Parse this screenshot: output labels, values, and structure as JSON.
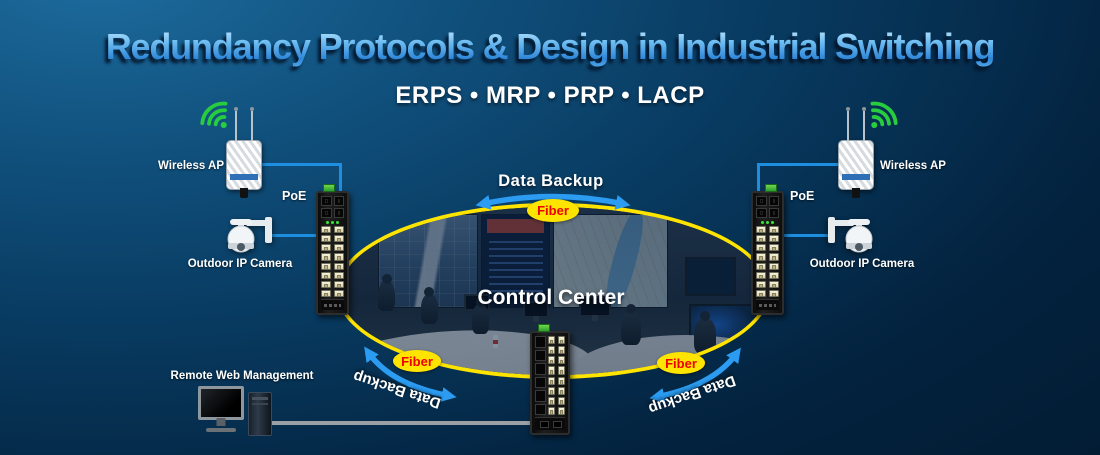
{
  "header": {
    "title": "Redundancy Protocols & Design in Industrial Switching",
    "subtitle": "ERPS • MRP • PRP • LACP"
  },
  "ring": {
    "control_center_label": "Control Center",
    "fiber_top": "Fiber",
    "fiber_bottom_left": "Fiber",
    "fiber_bottom_right": "Fiber",
    "backup_top": "Data Backup",
    "backup_bottom_left": "Data Backup",
    "backup_bottom_right": "Data Backup"
  },
  "left_branch": {
    "wireless_ap_label": "Wireless AP",
    "poe_label": "PoE",
    "camera_label": "Outdoor IP Camera"
  },
  "right_branch": {
    "wireless_ap_label": "Wireless AP",
    "poe_label": "PoE",
    "camera_label": "Outdoor IP Camera"
  },
  "management": {
    "label": "Remote Web Management"
  },
  "icons": {
    "wifi": "wifi-signal-icon",
    "wireless_ap": "wireless-ap-device",
    "ip_camera": "ptz-camera-device",
    "switch": "industrial-poe-switch-device",
    "pc": "management-pc-device"
  },
  "colors": {
    "ring": "#ffe400",
    "fiber_text": "#ee0000",
    "arrow": "#2b9cf2",
    "link_line": "#1e8fe0",
    "mgmt_line": "#9aa0a4",
    "wifi": "#27cc3f",
    "bg_light": "#1d6c9e",
    "bg_dark": "#021a30",
    "title_light": "#aadcff",
    "title_dark": "#2e86d8"
  }
}
